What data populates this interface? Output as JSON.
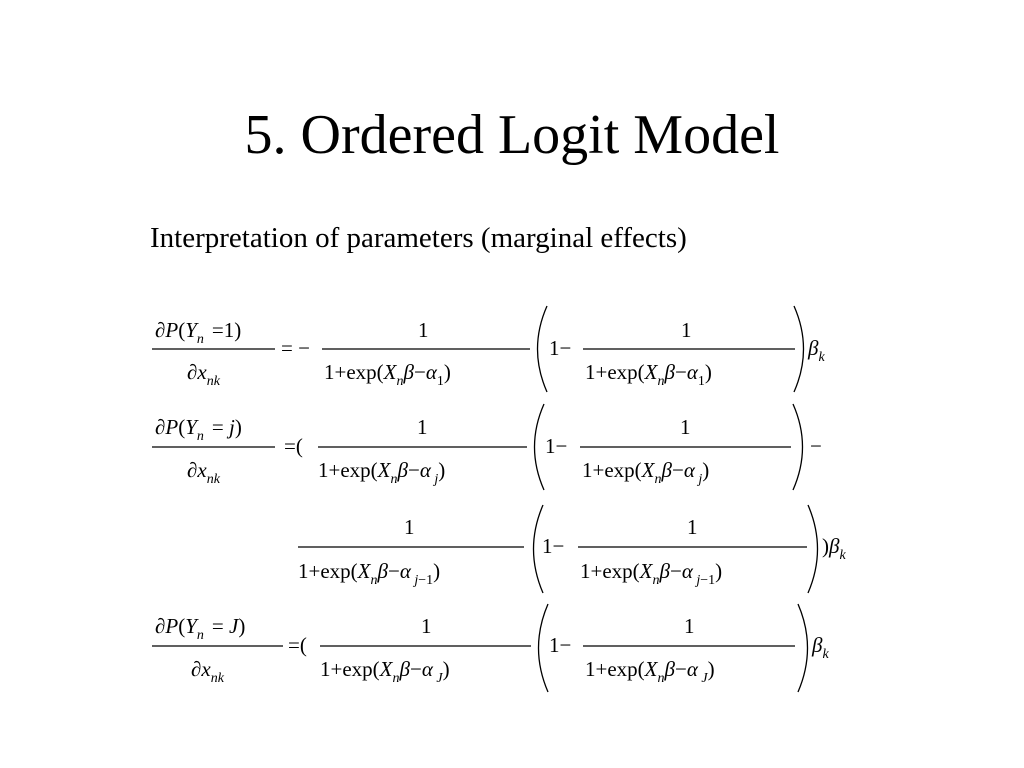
{
  "slide": {
    "title": "5. Ordered Logit Model",
    "subtitle": "Interpretation of parameters (marginal effects)"
  },
  "equations": [
    {
      "lhs_numerator": "∂P(Y_n = 1)",
      "lhs_denominator": "∂x_nk",
      "rhs": "= − 1/(1+exp(X_nβ − α_1)) (1 − 1/(1+exp(X_nβ − α_1))) β_k"
    },
    {
      "lhs_numerator": "∂P(Y_n = j)",
      "lhs_denominator": "∂x_nk",
      "rhs": "= ( 1/(1+exp(X_nβ − α_j)) (1 − 1/(1+exp(X_nβ − α_j))) − 1/(1+exp(X_nβ − α_j−1)) (1 − 1/(1+exp(X_nβ − α_j−1))) ) β_k"
    },
    {
      "lhs_numerator": "∂P(Y_n = J)",
      "lhs_denominator": "∂x_nk",
      "rhs": "= ( 1/(1+exp(X_nβ − α_J)) (1 − 1/(1+exp(X_nβ − α_J))) β_k"
    }
  ]
}
